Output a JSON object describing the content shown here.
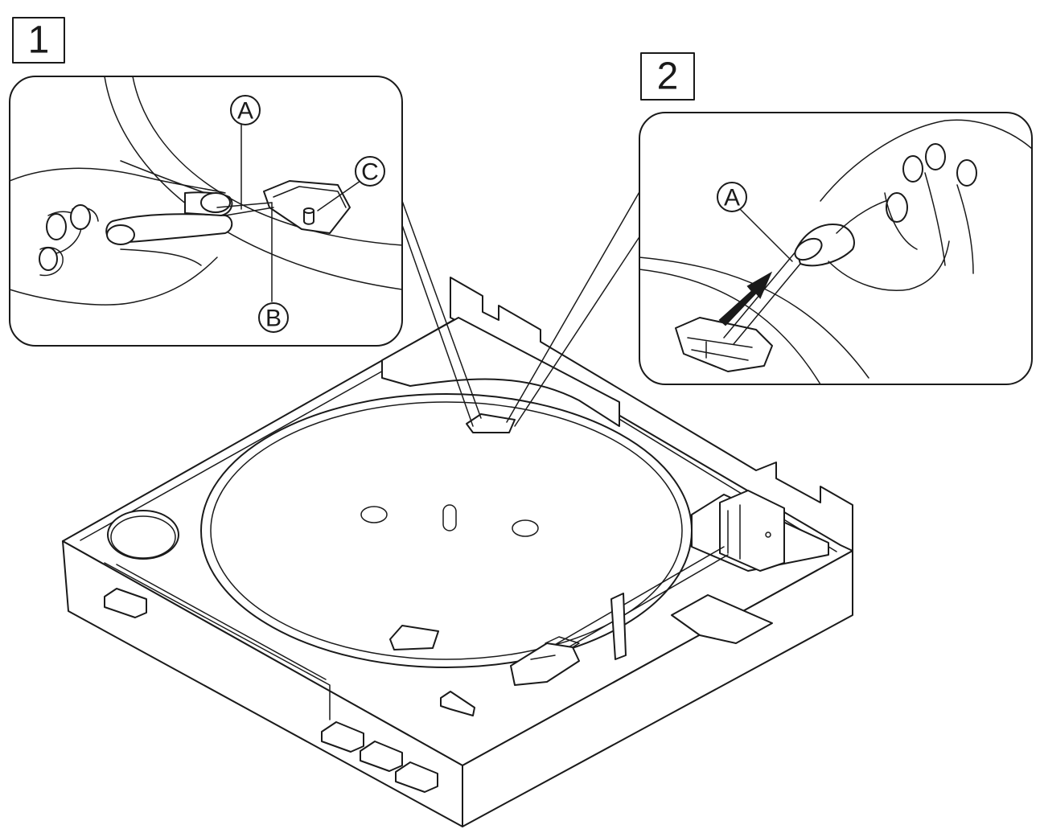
{
  "steps": [
    {
      "number": "1",
      "labels": {
        "a": "A",
        "b": "B",
        "c": "C"
      }
    },
    {
      "number": "2",
      "labels": {
        "a": "A"
      }
    }
  ]
}
